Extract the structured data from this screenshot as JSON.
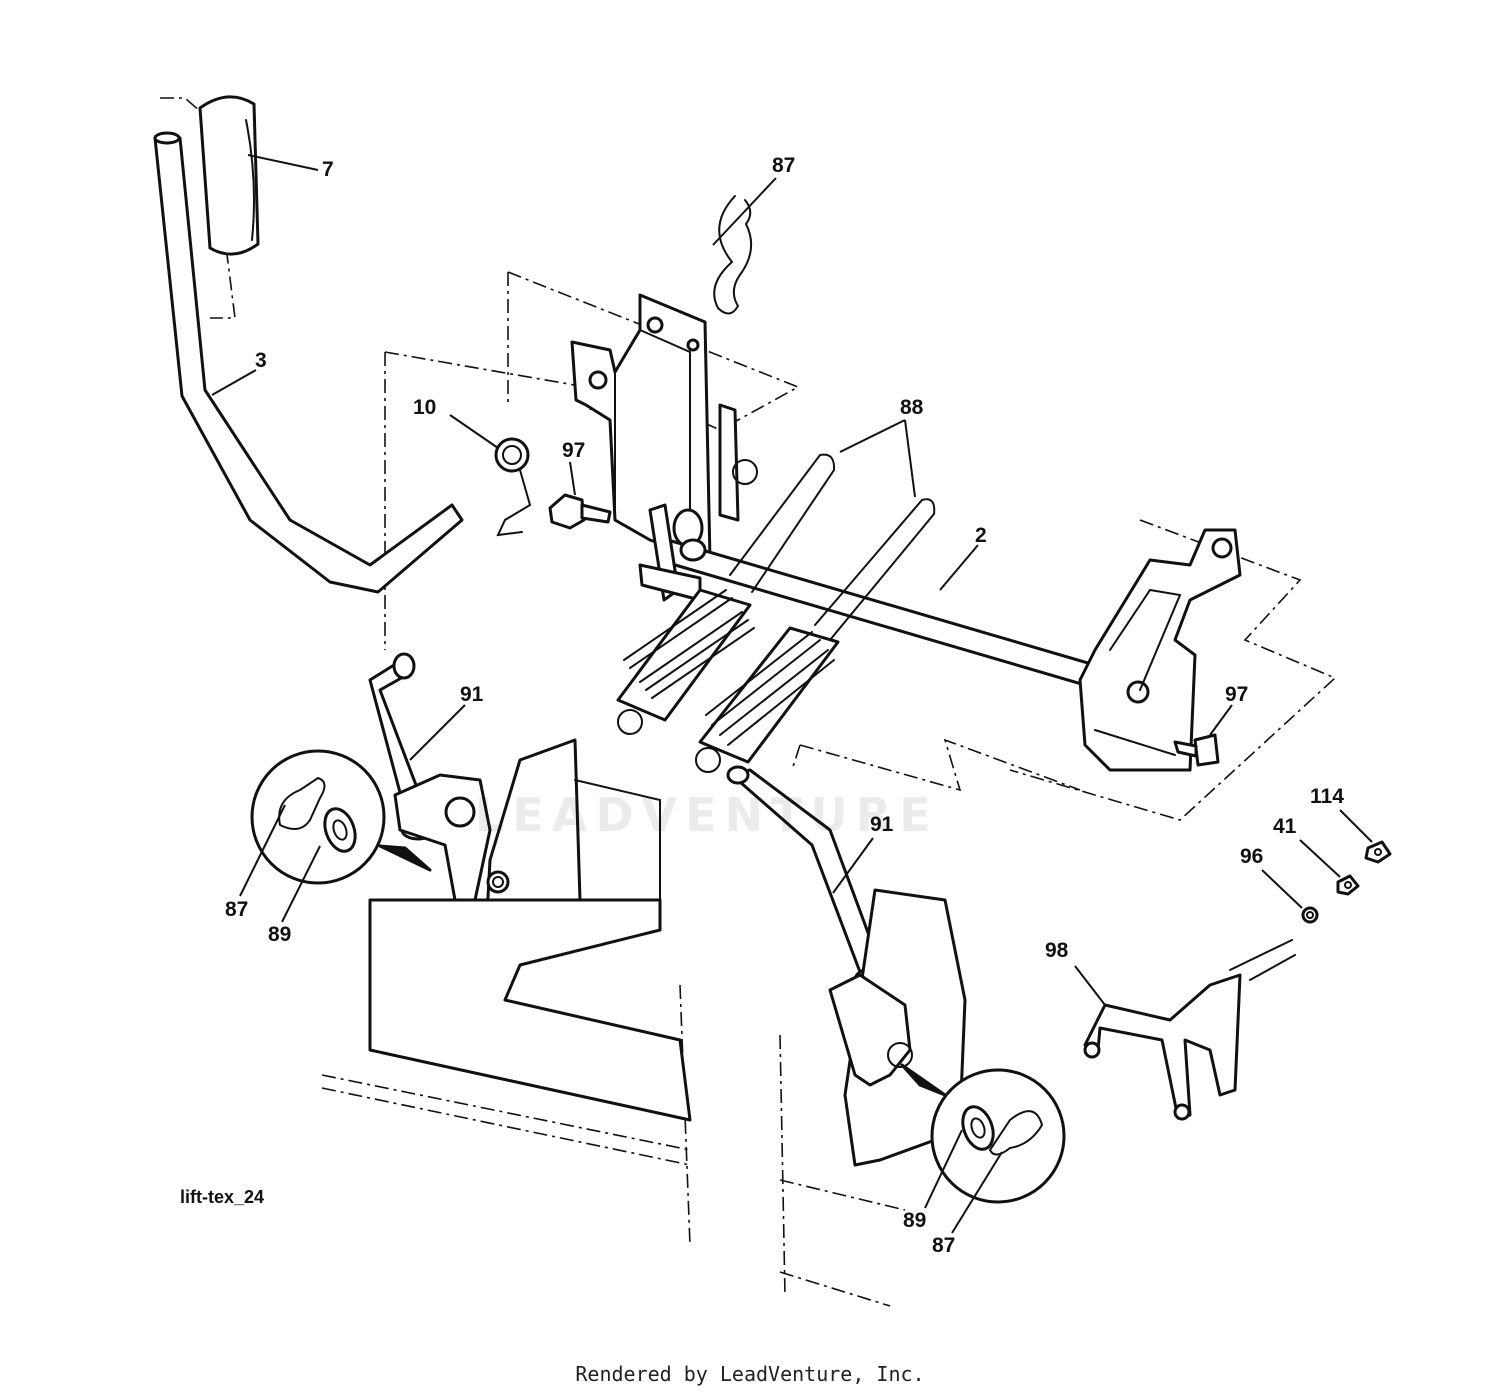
{
  "diagram": {
    "code": "lift-tex_24",
    "watermark": "LEADVENTURE",
    "footer": "Rendered by LeadVenture, Inc.",
    "callouts": [
      {
        "id": "c7",
        "label": "7"
      },
      {
        "id": "c87a",
        "label": "87"
      },
      {
        "id": "c3",
        "label": "3"
      },
      {
        "id": "c10",
        "label": "10"
      },
      {
        "id": "c97a",
        "label": "97"
      },
      {
        "id": "c88",
        "label": "88"
      },
      {
        "id": "c2",
        "label": "2"
      },
      {
        "id": "c91a",
        "label": "91"
      },
      {
        "id": "c97b",
        "label": "97"
      },
      {
        "id": "c114",
        "label": "114"
      },
      {
        "id": "c41",
        "label": "41"
      },
      {
        "id": "c96",
        "label": "96"
      },
      {
        "id": "c91b",
        "label": "91"
      },
      {
        "id": "c87b",
        "label": "87"
      },
      {
        "id": "c89a",
        "label": "89"
      },
      {
        "id": "c98",
        "label": "98"
      },
      {
        "id": "c89b",
        "label": "89"
      },
      {
        "id": "c87c",
        "label": "87"
      }
    ]
  }
}
